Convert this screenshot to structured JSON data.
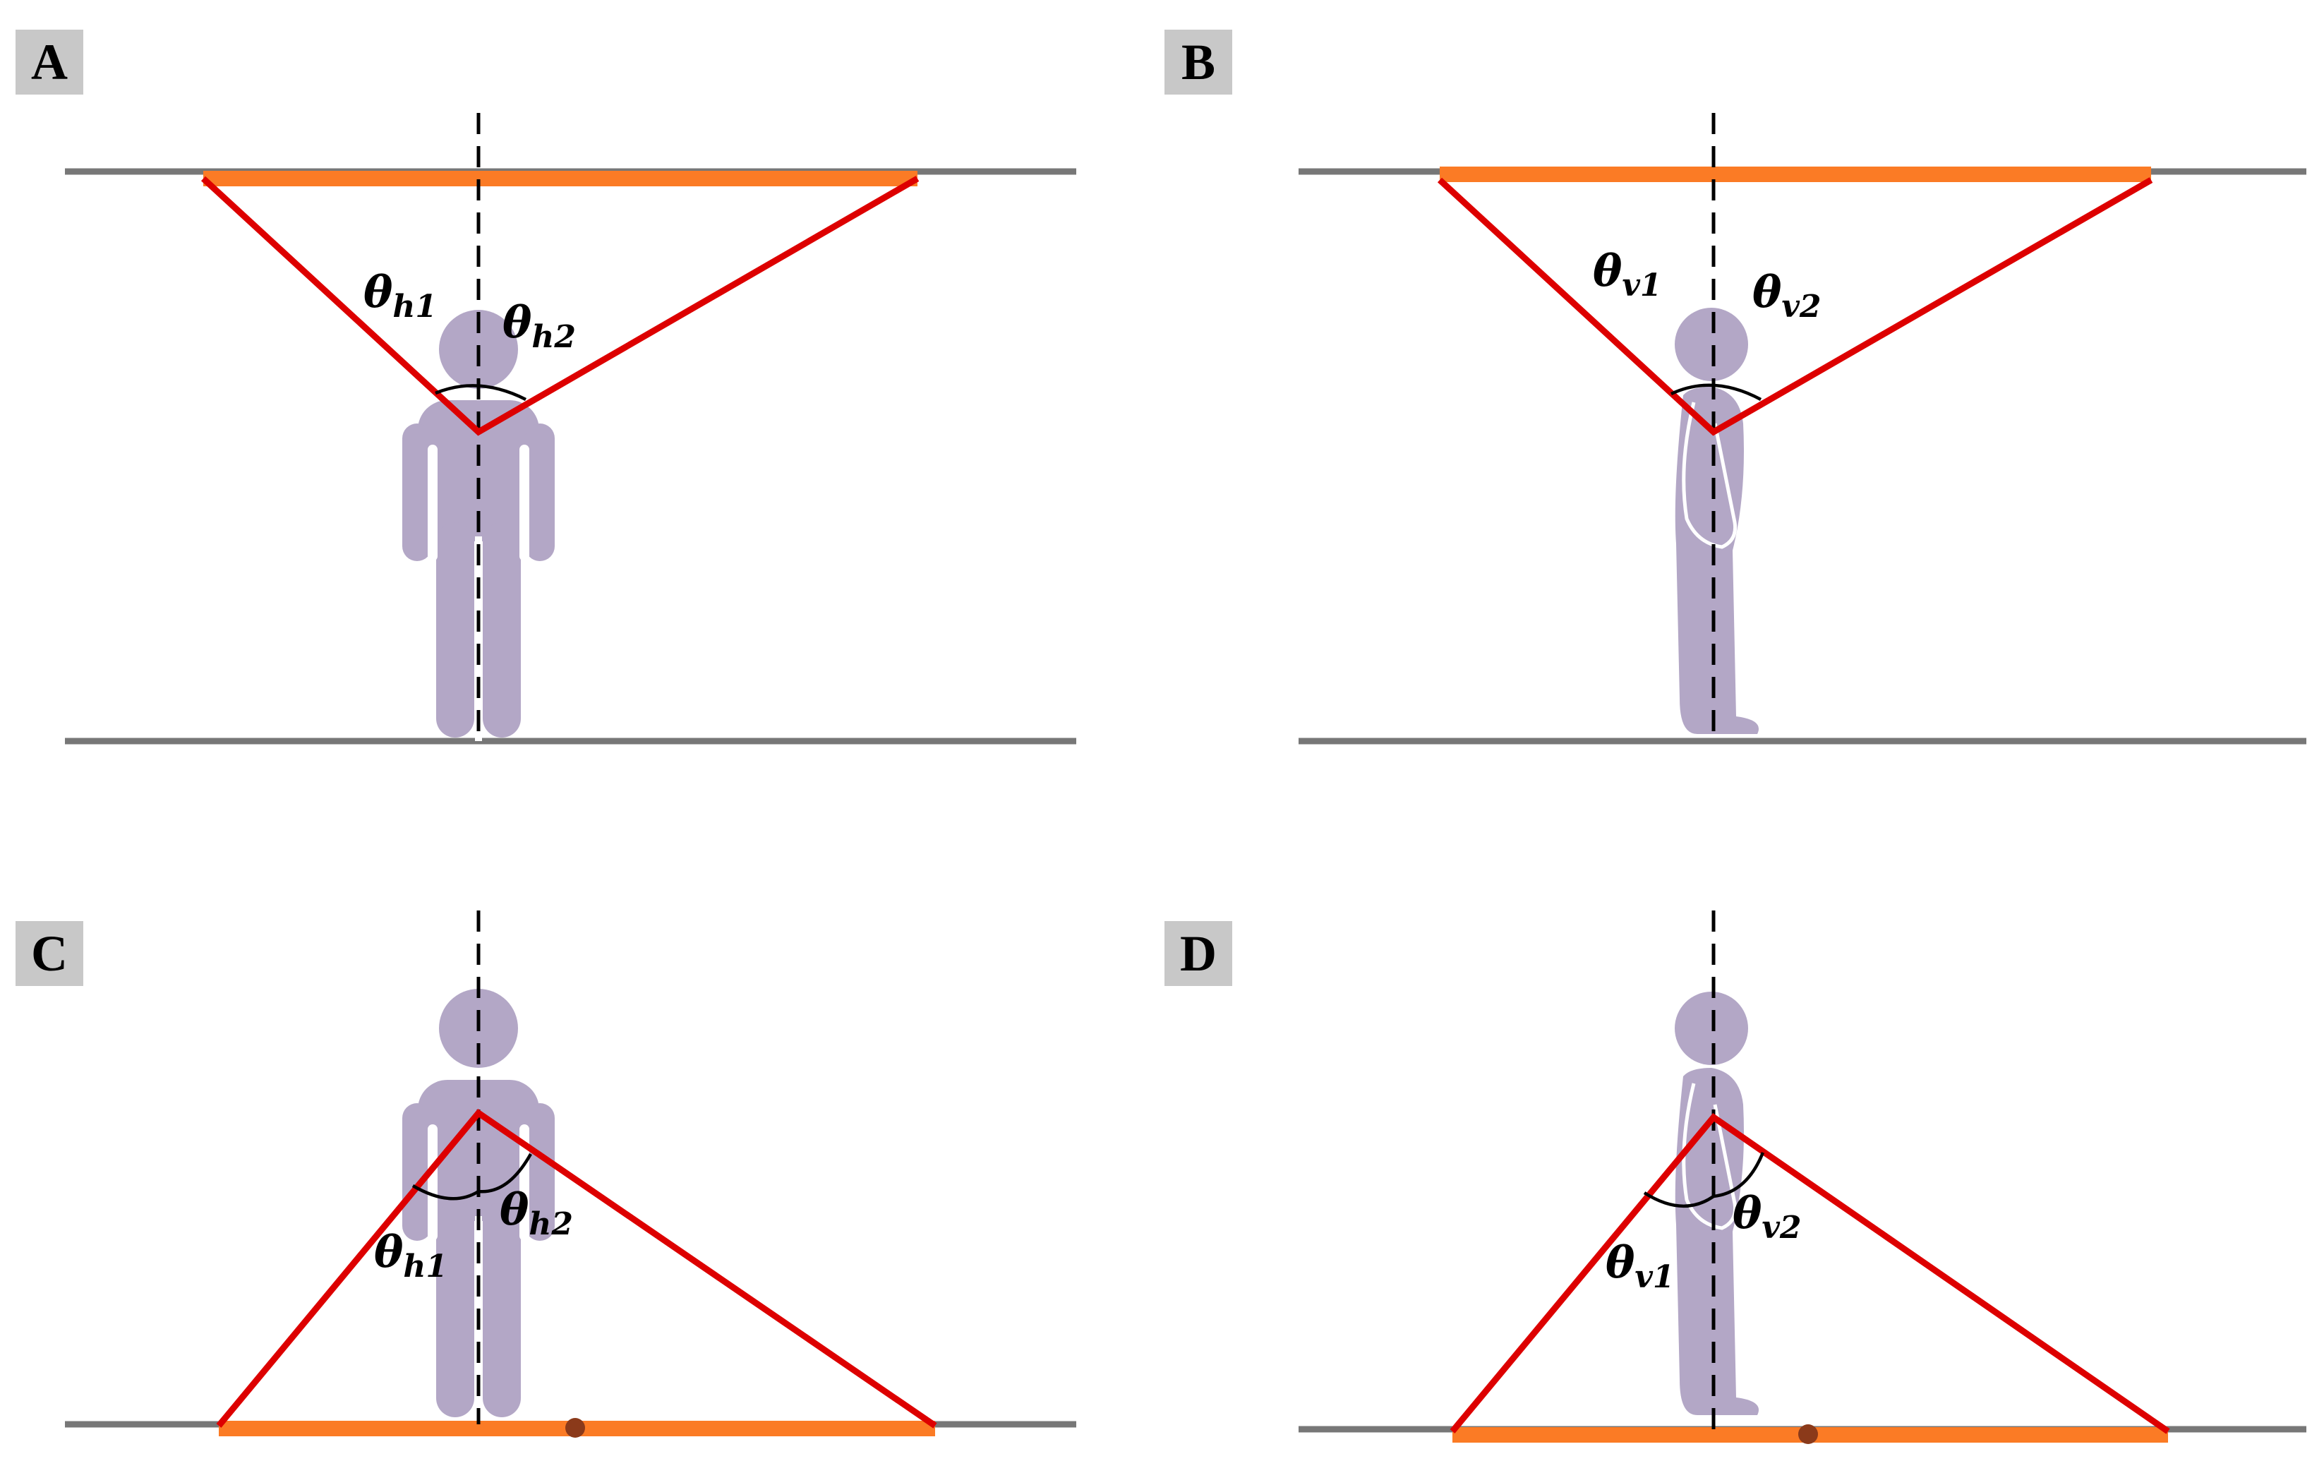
{
  "panels": [
    {
      "label": "A",
      "view": "front",
      "screen_position": "ceiling",
      "angles": [
        {
          "symbol": "θ",
          "subscript": "h1"
        },
        {
          "symbol": "θ",
          "subscript": "h2"
        }
      ]
    },
    {
      "label": "B",
      "view": "side",
      "screen_position": "ceiling",
      "angles": [
        {
          "symbol": "θ",
          "subscript": "v1"
        },
        {
          "symbol": "θ",
          "subscript": "v2"
        }
      ]
    },
    {
      "label": "C",
      "view": "front",
      "screen_position": "floor",
      "angles": [
        {
          "symbol": "θ",
          "subscript": "h1"
        },
        {
          "symbol": "θ",
          "subscript": "h2"
        }
      ]
    },
    {
      "label": "D",
      "view": "side",
      "screen_position": "floor",
      "angles": [
        {
          "symbol": "θ",
          "subscript": "v1"
        },
        {
          "symbol": "θ",
          "subscript": "v2"
        }
      ]
    }
  ],
  "colors": {
    "wall": "#777777",
    "screen": "#fb7b25",
    "ray": "#dd0000",
    "figure": "#b3a7c6",
    "label_box": "#c8c8c8",
    "floor_dot": "#8b3a1a"
  },
  "icons": {
    "person_front": "person-front-icon",
    "person_side": "person-side-icon"
  }
}
